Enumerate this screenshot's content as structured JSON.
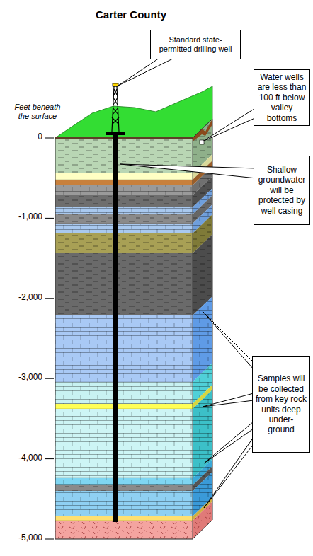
{
  "diagram": {
    "title": "Carter County",
    "nodes": [
      {
        "text": [
          "Standard state-permitted drilling well"
        ]
      },
      {
        "text": [
          "Water wells are less than 100 ft below valley bottoms"
        ]
      },
      {
        "text": [
          "Shallow groundwater will be protected by well casing"
        ]
      },
      {
        "text": [
          "Samples will be collected from key rock units deep under-ground"
        ]
      }
    ],
    "labels": [
      "Feet beneath the surface",
      "0",
      "-1,000",
      "-2,000",
      "-3,000",
      "-4,000",
      "-5,000"
    ]
  }
}
